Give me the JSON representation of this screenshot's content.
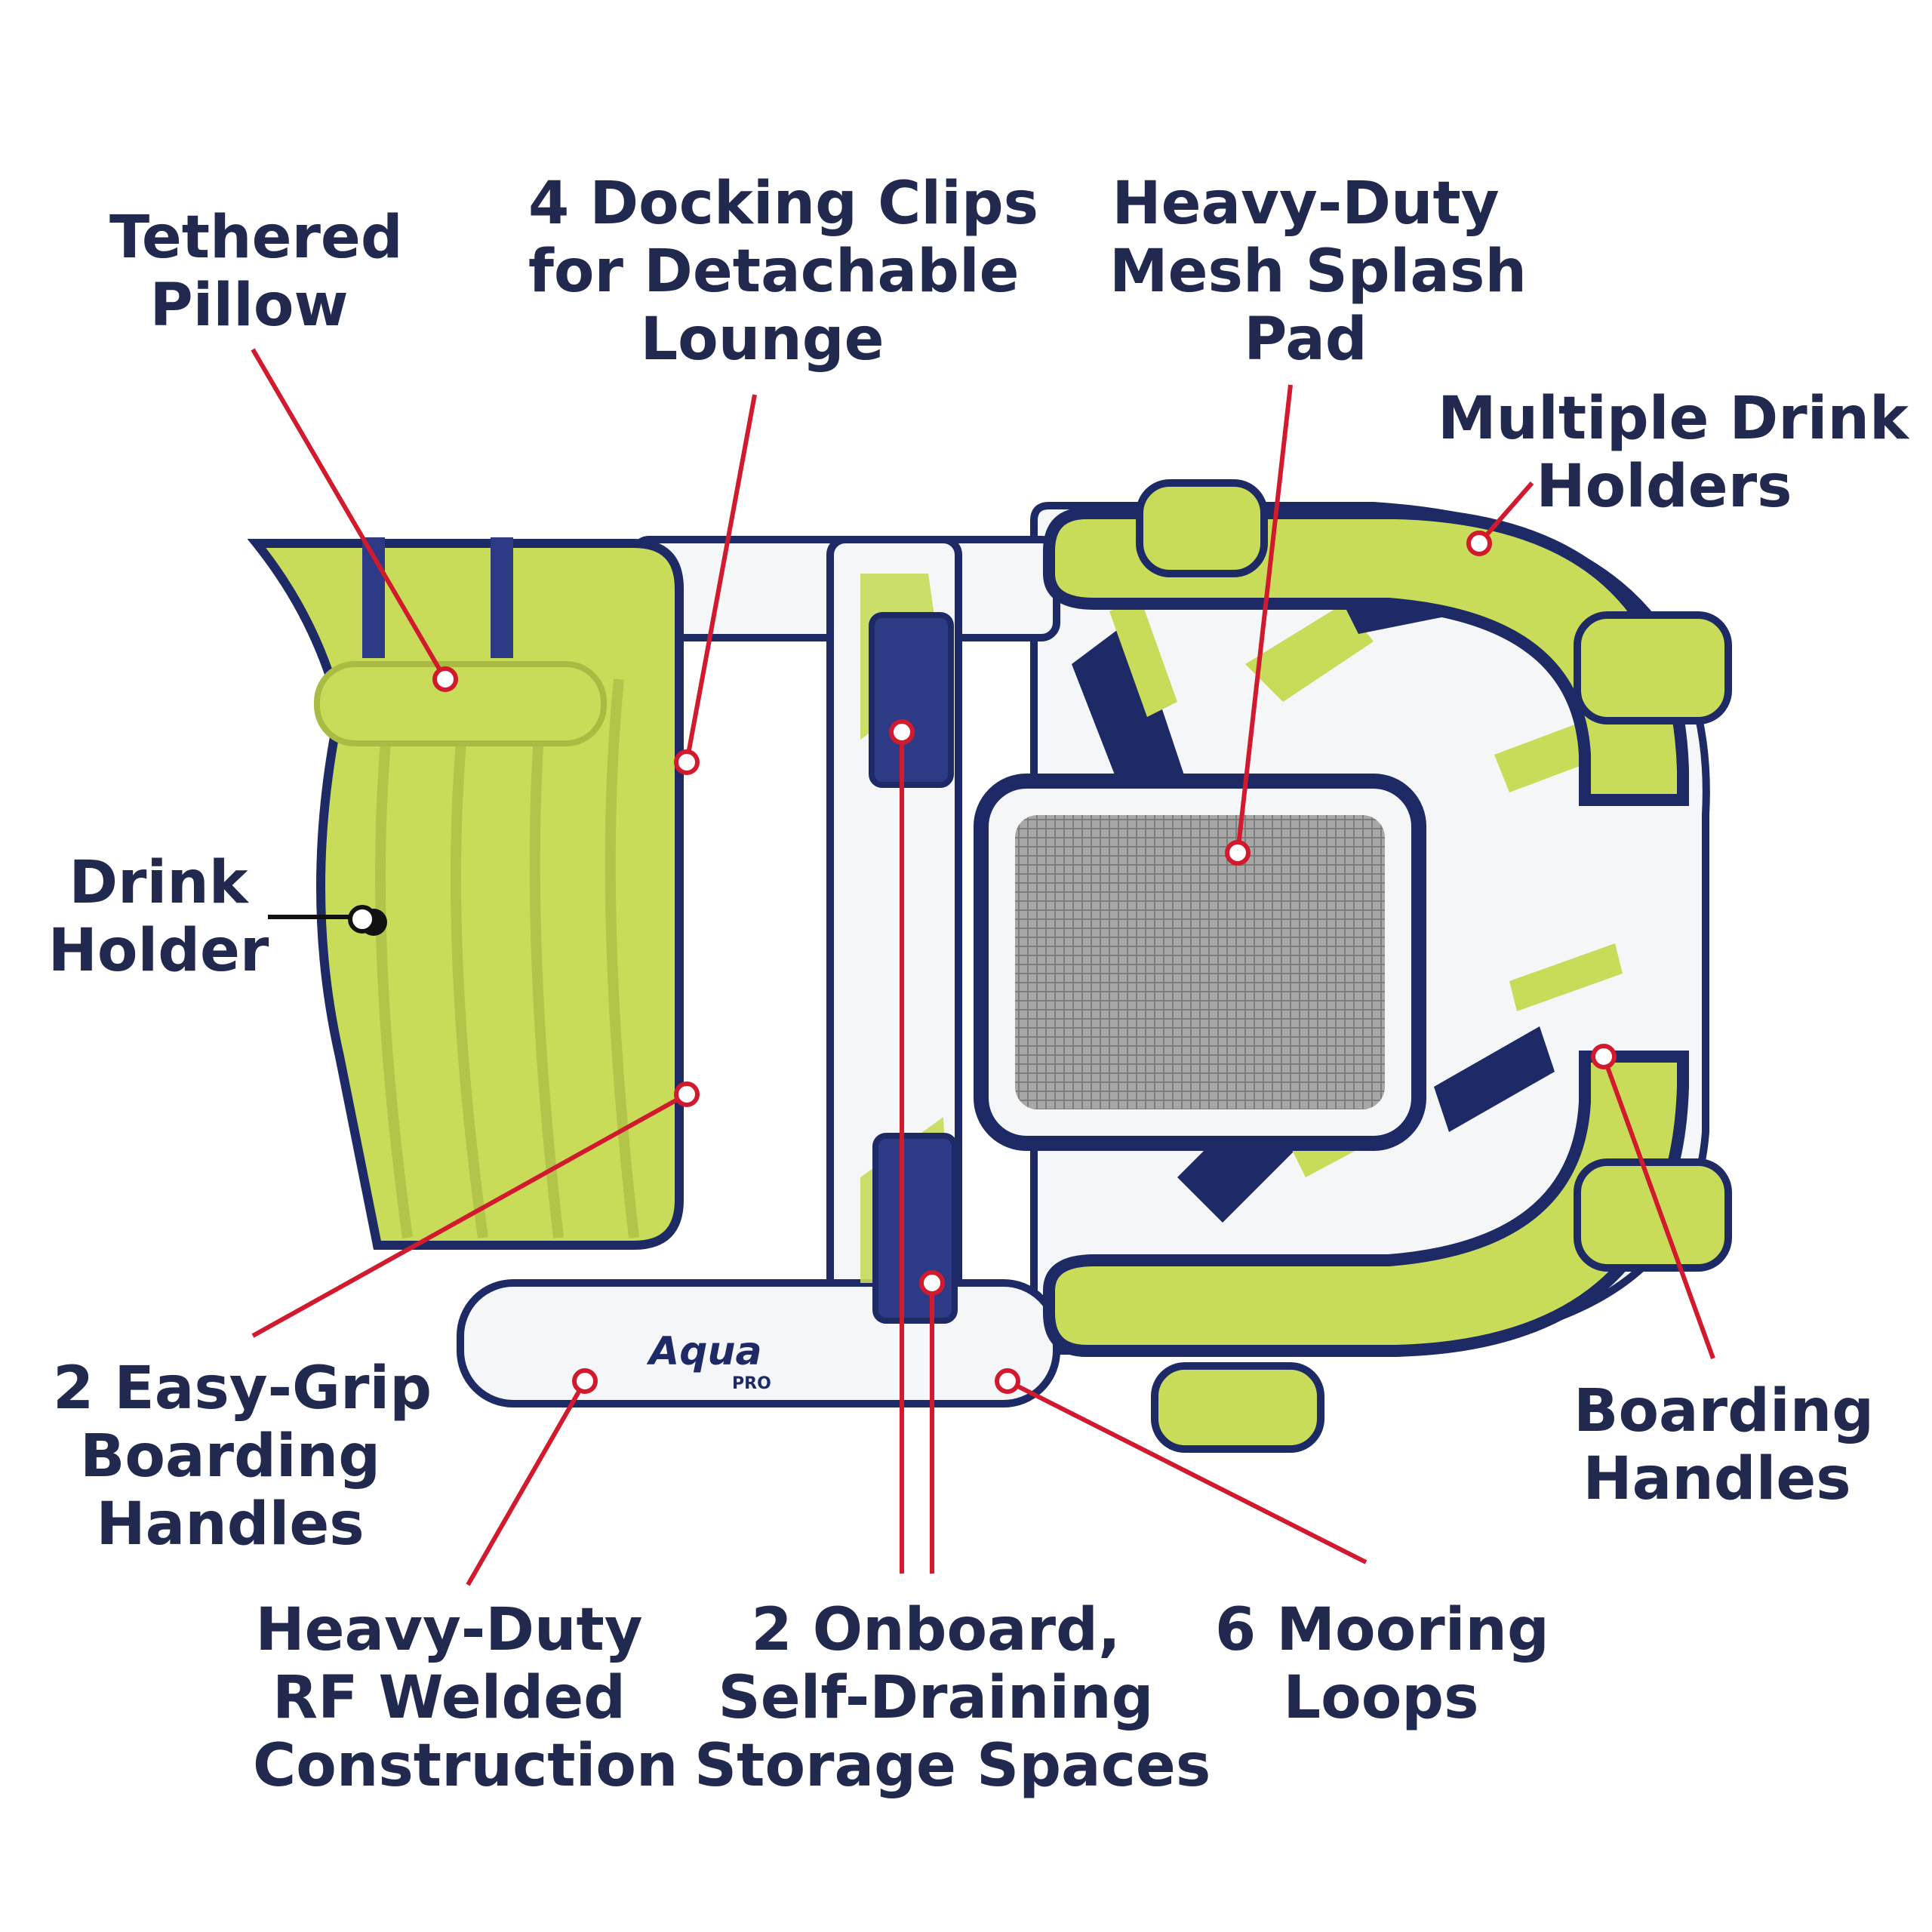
{
  "colors": {
    "label_text": "#22294f",
    "leader_line": "#d11a2e",
    "drink_holder_line": "#111111",
    "float_navy": "#1e2a66",
    "float_lime": "#c8dc5a",
    "float_white": "#f4f6f7",
    "mesh": "#9a9a9a",
    "background": "#ffffff"
  },
  "brand": {
    "logo_text": "Aqua",
    "logo_sub": "PRO"
  },
  "callouts": {
    "tethered_pillow": [
      "Tethered",
      "Pillow"
    ],
    "docking_clips": [
      "4 Docking Clips",
      "for Detachable",
      "Lounge"
    ],
    "mesh_pad": [
      "Heavy-Duty",
      "Mesh Splash",
      "Pad"
    ],
    "multiple_drink_holders": [
      "Multiple Drink",
      "Holders"
    ],
    "drink_holder": [
      "Drink",
      "Holder"
    ],
    "easy_grip": [
      "2 Easy-Grip",
      "Boarding",
      "Handles"
    ],
    "boarding_handles": [
      "Boarding",
      "Handles"
    ],
    "rf_welded": [
      "Heavy-Duty",
      "RF Welded",
      "Construction"
    ],
    "storage": [
      "2 Onboard,",
      "Self-Draining",
      "Storage Spaces"
    ],
    "mooring": [
      "6 Mooring",
      "Loops"
    ]
  }
}
